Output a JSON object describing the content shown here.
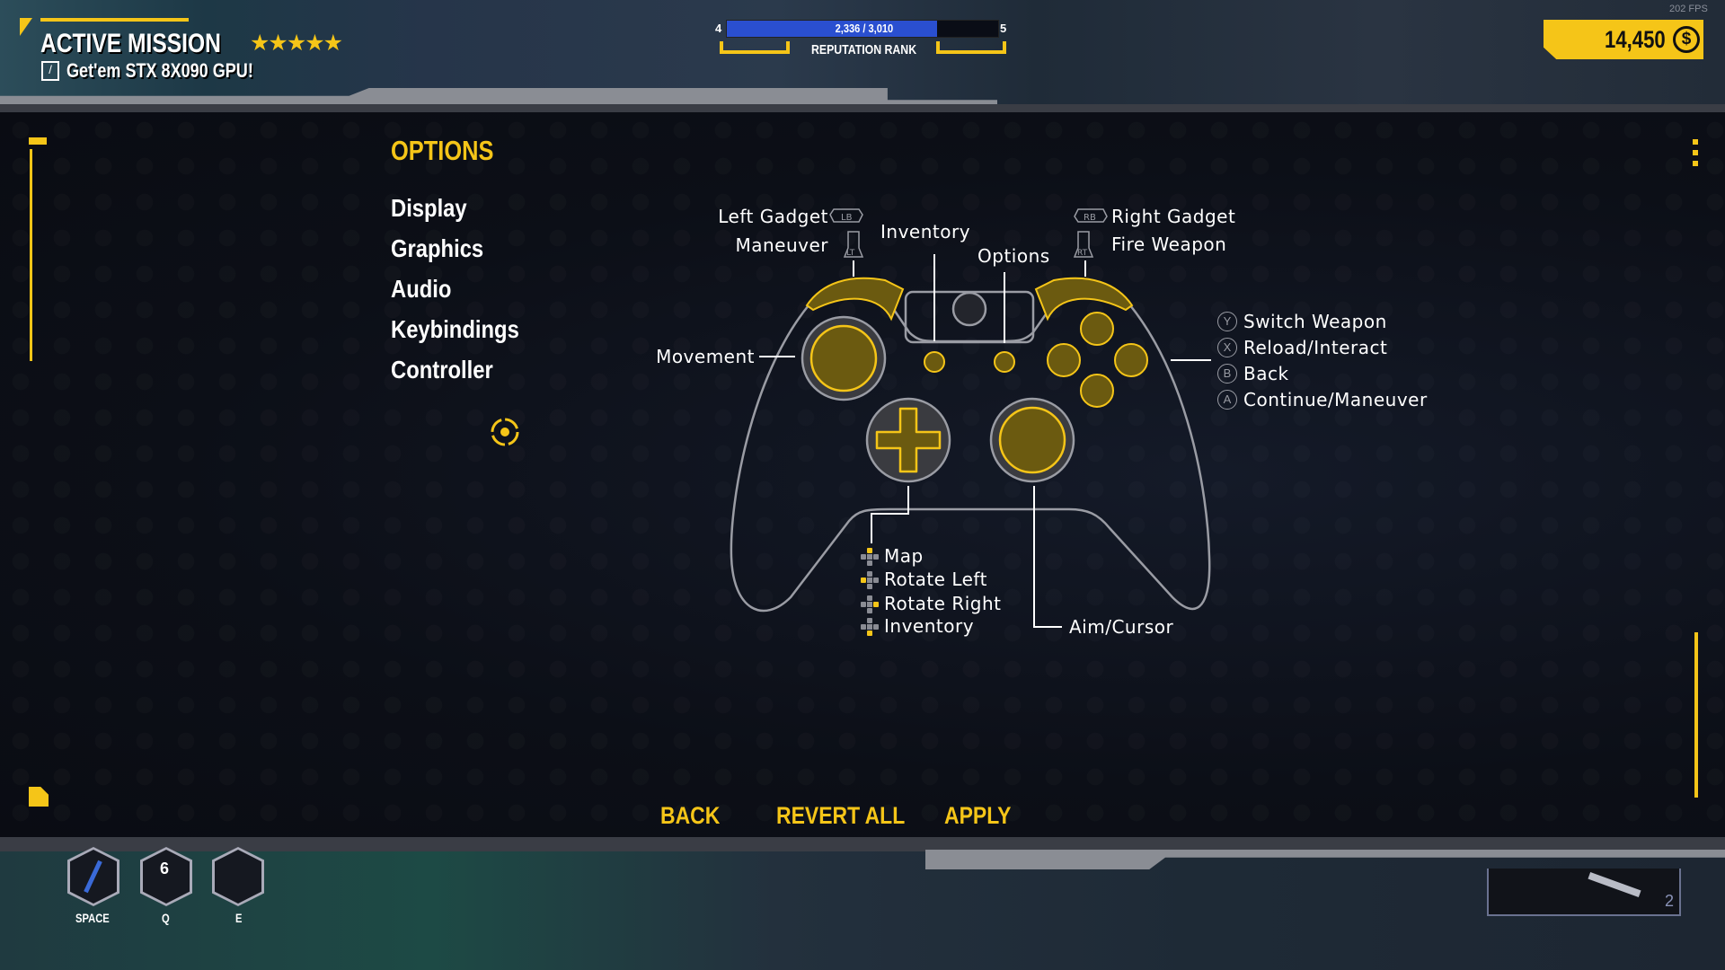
{
  "hud": {
    "mission_title": "ACTIVE MISSION",
    "mission_stars": 5,
    "mission_objective": "Get'em STX 8X090 GPU!",
    "reputation": {
      "current": 2336,
      "max": 3010,
      "text": "2,336 / 3,010",
      "level_from": "4",
      "level_to": "5",
      "label": "REPUTATION RANK",
      "progress": 0.776
    },
    "money": "14,450",
    "fps": "202 FPS"
  },
  "options": {
    "title": "OPTIONS",
    "menu": [
      {
        "label": "Display"
      },
      {
        "label": "Graphics"
      },
      {
        "label": "Audio"
      },
      {
        "label": "Keybindings"
      },
      {
        "label": "Controller"
      }
    ]
  },
  "controller": {
    "left_gadget": "Left Gadget",
    "lb": "LB",
    "maneuver": "Maneuver",
    "lt": "LT",
    "inventory": "Inventory",
    "options": "Options",
    "right_gadget": "Right Gadget",
    "rb": "RB",
    "fire_weapon": "Fire Weapon",
    "rt": "RT",
    "movement": "Movement",
    "face": [
      {
        "button": "Y",
        "label": "Switch Weapon"
      },
      {
        "button": "X",
        "label": "Reload/Interact"
      },
      {
        "button": "B",
        "label": "Back"
      },
      {
        "button": "A",
        "label": "Continue/Maneuver"
      }
    ],
    "dpad": [
      {
        "dir": "up",
        "label": "Map"
      },
      {
        "dir": "left",
        "label": "Rotate Left"
      },
      {
        "dir": "right",
        "label": "Rotate Right"
      },
      {
        "dir": "down",
        "label": "Inventory"
      }
    ],
    "aim": "Aim/Cursor"
  },
  "footer": {
    "back": "BACK",
    "revert": "REVERT ALL",
    "apply": "APPLY"
  },
  "hotbar": [
    {
      "key": "SPACE",
      "count": ""
    },
    {
      "key": "Q",
      "count": "6"
    },
    {
      "key": "E",
      "count": ""
    }
  ],
  "weapon_slot": {
    "count": "2"
  },
  "colors": {
    "accent": "#f5c518",
    "rep_fill": "#2a4fd0",
    "panel": "#0c0f17"
  }
}
